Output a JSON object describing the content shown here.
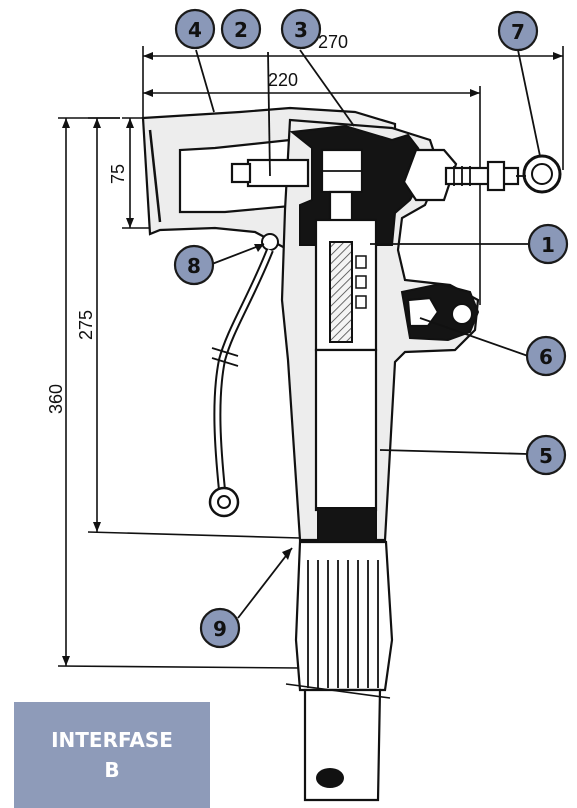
{
  "dimensions": {
    "d270": "270",
    "d220": "220",
    "d75": "75",
    "d275": "275",
    "d360": "360"
  },
  "callouts": [
    "1",
    "2",
    "3",
    "4",
    "5",
    "6",
    "7",
    "8",
    "9"
  ],
  "badge": {
    "line1": "INTERFASE",
    "line2": "B"
  },
  "colors": {
    "callout_fill": "#8a98b8",
    "badge_fill": "#8e9bb9",
    "badge_text": "#ffffff"
  }
}
